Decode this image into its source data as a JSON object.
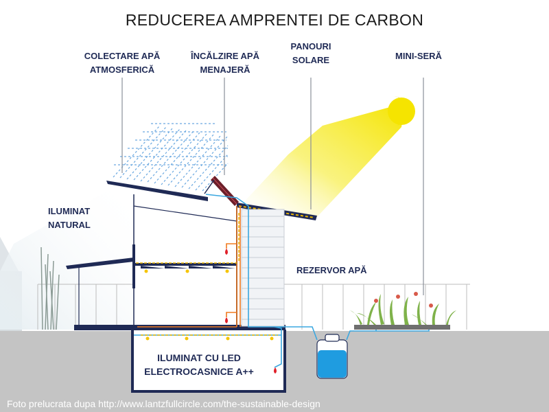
{
  "title": "REDUCEREA AMPRENTEI DE CARBON",
  "labels": {
    "rainwater": [
      "COLECTARE APĂ",
      "ATMOSFERICĂ"
    ],
    "water_heating": [
      "ÎNCĂLZIRE APĂ",
      "MENAJERĂ"
    ],
    "solar_panels": [
      "PANOURI",
      "SOLARE"
    ],
    "greenhouse": "MINI-SERĂ",
    "natural_light": [
      "ILUMINAT",
      "NATURAL"
    ],
    "water_tank": "REZERVOR APĂ",
    "led_lighting": [
      "ILUMINAT CU LED",
      "ELECTROCASNICE A++"
    ]
  },
  "caption": "Foto prelucrata dupa http://www.lantzfullcircle.com/the-sustainable-design",
  "colors": {
    "label_text": "#1f2a55",
    "sun": "#f5e400",
    "water_pipe": "#3aa7e0",
    "hot_pipe": "#f07a1e",
    "light_line": "#e8b400",
    "ground": "#c4c4c4",
    "structure": "#1f2a55",
    "tank_water": "#1f9ce0"
  }
}
